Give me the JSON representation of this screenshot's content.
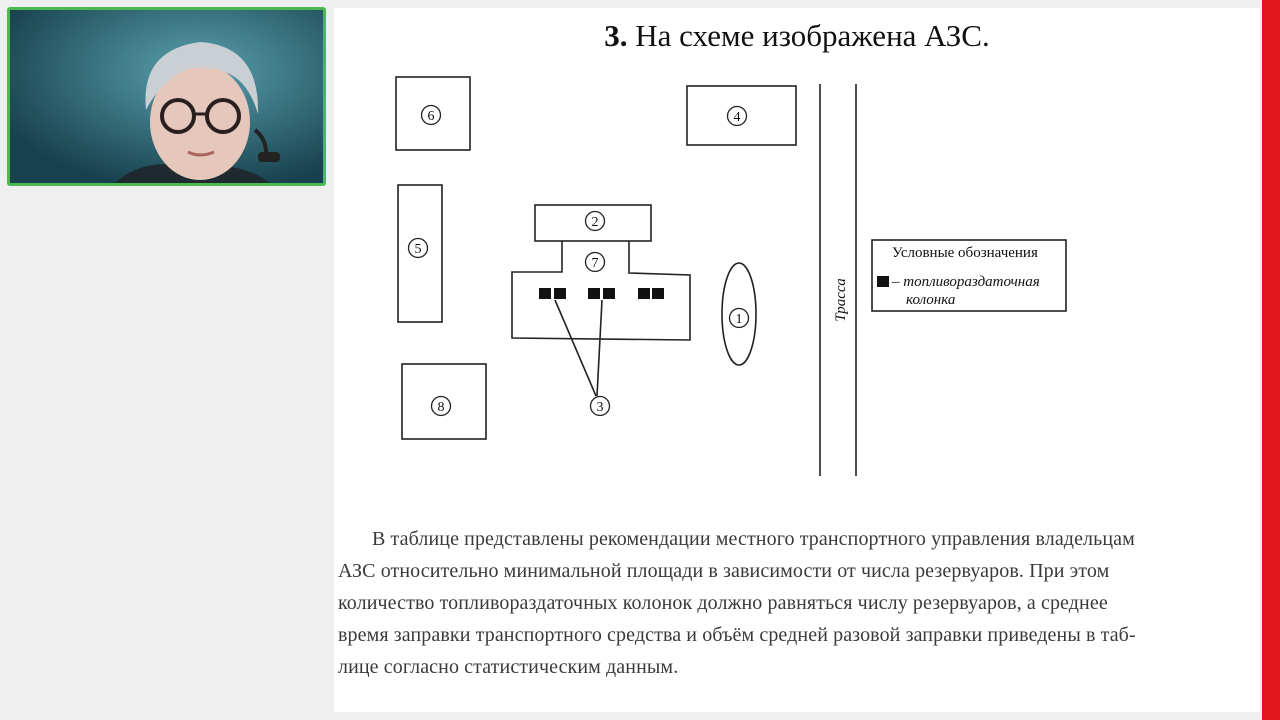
{
  "slide": {
    "title_number": "3.",
    "title_text": "На схеме изображена АЗС.",
    "diagram": {
      "labels": [
        "1",
        "2",
        "3",
        "4",
        "5",
        "6",
        "7",
        "8"
      ],
      "road_label": "Трасса",
      "legend": {
        "title": "Условные обозначения",
        "item_line1": "– топливораздаточная",
        "item_line2": "колонка"
      }
    },
    "description_lines": [
      "В таблице представлены рекомендации местного транспортного управления владельцам",
      "АЗС относительно минимальной площади в зависимости от числа резервуаров. При этом",
      "количество топливораздаточных колонок должно равняться числу резервуаров, а среднее",
      "время заправки транспортного средства и объём средней разовой заправки приведены в таб-",
      "лице согласно статистическим данным."
    ]
  },
  "colors": {
    "accent_red": "#e2171b",
    "webcam_border": "#4cb94f"
  }
}
